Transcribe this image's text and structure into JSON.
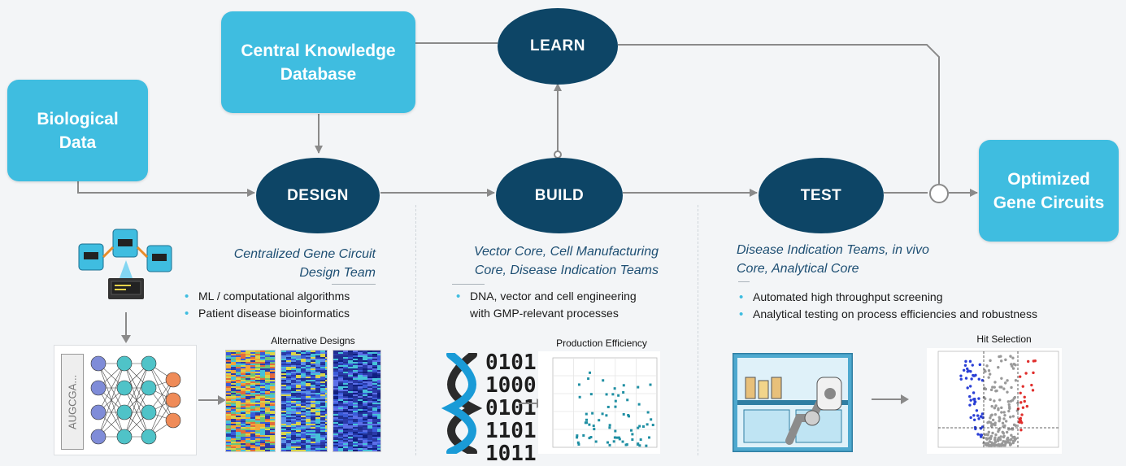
{
  "nodes": {
    "biological_data": "Biological\nData",
    "central_db": "Central Knowledge\nDatabase",
    "learn": "LEARN",
    "design": "DESIGN",
    "build": "BUILD",
    "test": "TEST",
    "optimized": "Optimized\nGene Circuits"
  },
  "design_team": {
    "title": "Centralized Gene Circuit\nDesign Team",
    "bullets": [
      "ML / computational algorithms",
      "Patient disease bioinformatics"
    ]
  },
  "build_team": {
    "title": "Vector Core, Cell Manufacturing\nCore, Disease Indication Teams",
    "bullets": [
      "DNA, vector and cell engineering\nwith GMP-relevant processes"
    ]
  },
  "test_team": {
    "title": "Disease Indication Teams, in vivo\nCore, Analytical Core",
    "bullets": [
      "Automated high throughput screening",
      "Analytical testing on process efficiencies and robustness"
    ]
  },
  "captions": {
    "alternative_designs": "Alternative Designs",
    "production_efficiency": "Production Efficiency",
    "hit_selection": "Hit Selection"
  },
  "sequence_label": "AUGCGA...",
  "binary_text": "0101\n1000\n0101\n1101\n1011",
  "colors": {
    "box": "#3fbde0",
    "oval": "#0d4566",
    "team_text": "#1e4f73",
    "arrow": "#8a8a8a",
    "scatter": "#1f8fa3",
    "volcano_up": "#e0302e",
    "volcano_down": "#2a3fd6"
  }
}
